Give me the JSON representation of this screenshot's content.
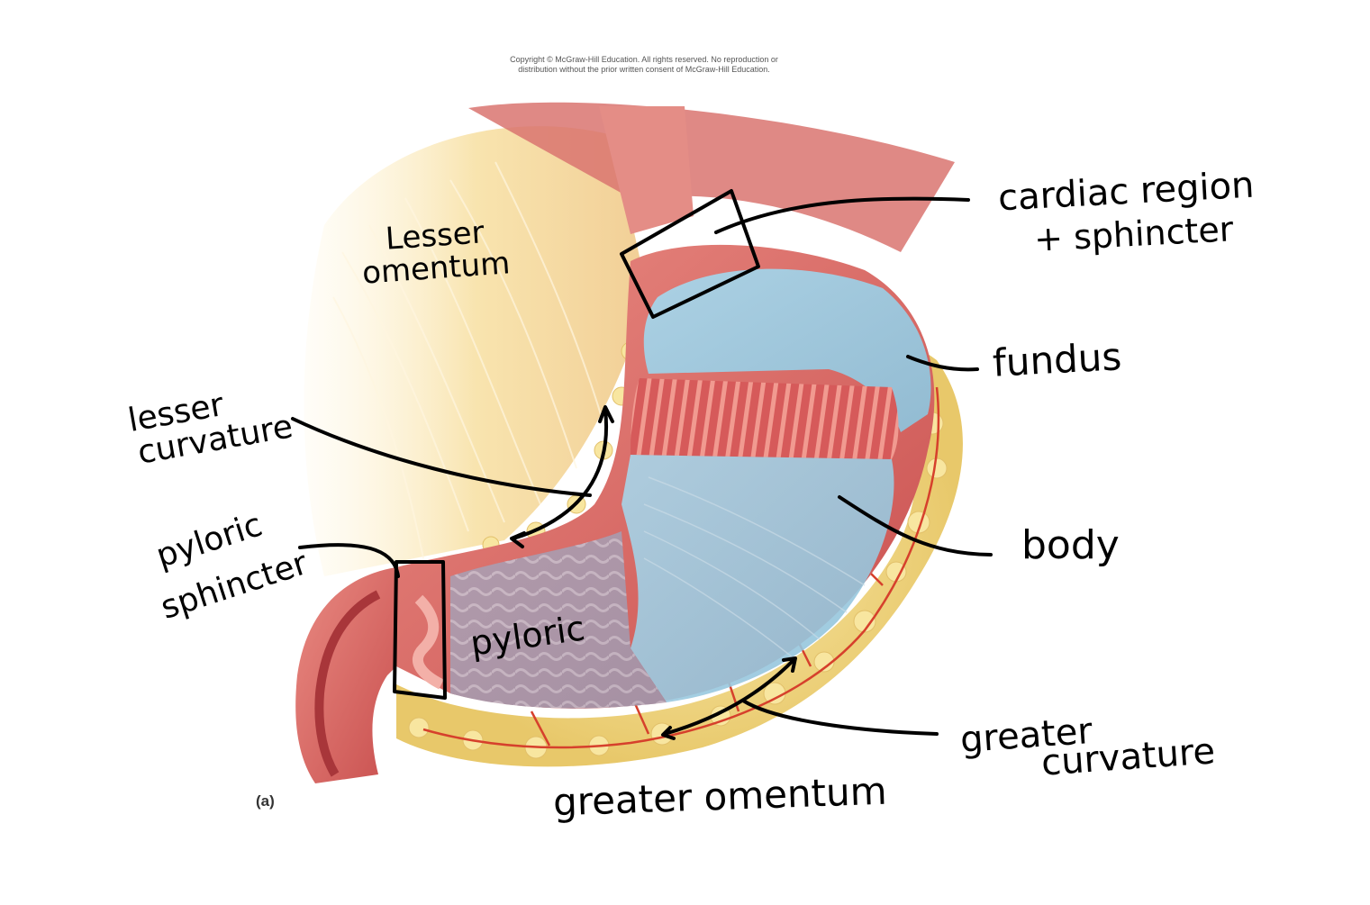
{
  "copyright": {
    "line1": "Copyright © McGraw-Hill Education.  All rights reserved. No reproduction or",
    "line2": "distribution without the prior written consent of McGraw-Hill Education."
  },
  "panel_label": "(a)",
  "labels": {
    "cardiac_line1": "cardiac region",
    "cardiac_line2": "+ sphincter",
    "lesser_omentum_line1": "Lesser",
    "lesser_omentum_line2": "omentum",
    "lesser_curvature_line1": "lesser",
    "lesser_curvature_line2": "curvature",
    "fundus": "fundus",
    "body": "body",
    "pyloric_sphincter_line1": "pyloric",
    "pyloric_sphincter_line2": "sphincter",
    "pyloric": "pyloric",
    "greater_curvature_line1": "greater",
    "greater_curvature_line2": "curvature",
    "greater_omentum": "greater omentum"
  },
  "colors": {
    "muscle": "#d9605e",
    "muscle_dark": "#b84445",
    "fat": "#f3dc8f",
    "mucosa_overlay": "#9fcfe4",
    "vessel": "#d6402c",
    "ink": "#000000"
  }
}
